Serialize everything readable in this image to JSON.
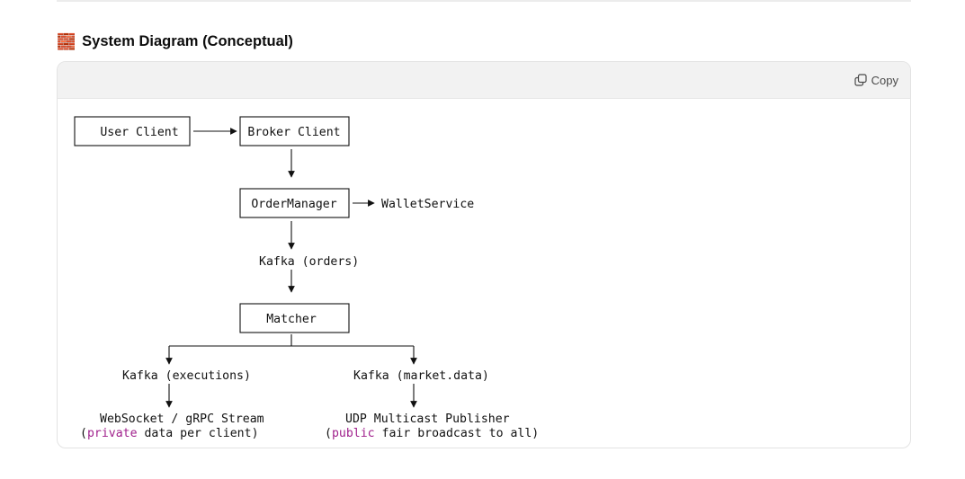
{
  "heading": {
    "emoji": "🧱",
    "title": "System Diagram (Conceptual)"
  },
  "code_block": {
    "copy_label": "Copy",
    "copy_icon": "copy-icon"
  },
  "diagram": {
    "user_client": "User Client",
    "broker_client": "Broker Client",
    "order_manager": "OrderManager",
    "wallet_service": "WalletService",
    "kafka_orders": "Kafka (orders)",
    "matcher": "Matcher",
    "kafka_executions": "Kafka (executions)",
    "kafka_market_data": "Kafka (market.data)",
    "ws_stream": "WebSocket / gRPC Stream",
    "ws_note_open": "(",
    "ws_note_keyword": "private",
    "ws_note_rest": " data per client)",
    "udp_publisher": "UDP Multicast Publisher",
    "udp_note_open": "(",
    "udp_note_keyword": "public",
    "udp_note_rest": " fair broadcast to all)"
  },
  "colors": {
    "keyword": "#a0208c",
    "header_bg": "#f2f2f2",
    "border": "#e3e3e3"
  }
}
